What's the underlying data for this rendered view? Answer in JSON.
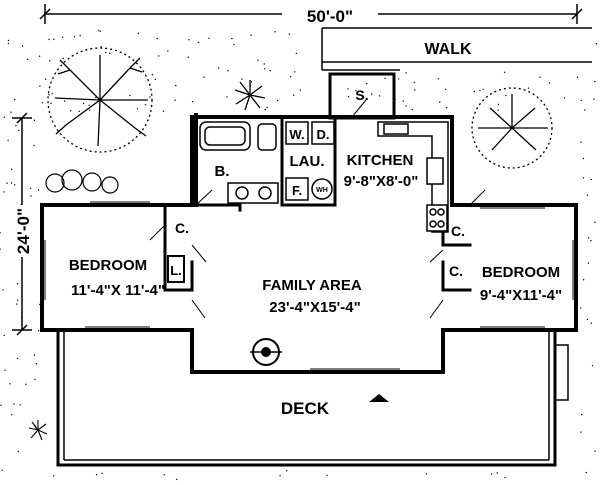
{
  "dimensions": {
    "overall_width": "50'-0\"",
    "overall_depth": "24'-0\""
  },
  "rooms": {
    "walk": "WALK",
    "storage": "S.",
    "bath": "B.",
    "washer": "W.",
    "dryer": "D.",
    "laundry": "LAU.",
    "furnace": "F.",
    "water_heater": "WH",
    "kitchen": "KITCHEN",
    "kitchen_size": "9'-8\"X8'-0\"",
    "family_area": "FAMILY AREA",
    "family_area_size": "23'-4\"X15'-4\"",
    "bedroom_left": "BEDROOM",
    "bedroom_left_size": "11'-4\"X 11'-4\"",
    "bedroom_right": "BEDROOM",
    "bedroom_right_size": "9'-4\"X11'-4\"",
    "closet_left": "C.",
    "linen_left": "L.",
    "closet_right_upper": "C.",
    "closet_right_lower": "C.",
    "deck": "DECK"
  }
}
